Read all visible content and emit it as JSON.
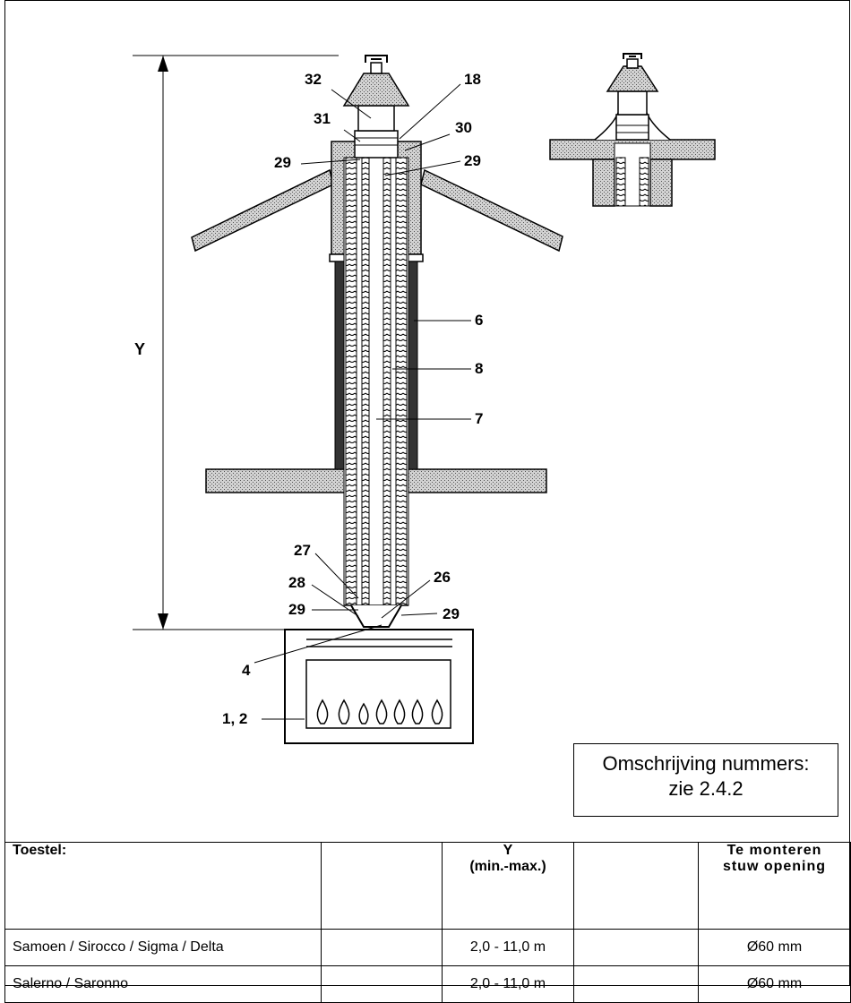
{
  "diagram": {
    "callouts": {
      "c32": "32",
      "c18": "18",
      "c31": "31",
      "c30": "30",
      "c29a": "29",
      "c29b": "29",
      "c6": "6",
      "c8": "8",
      "c7": "7",
      "c27": "27",
      "c26": "26",
      "c28": "28",
      "c29c": "29",
      "c29d": "29",
      "c4": "4",
      "c12": "1, 2"
    },
    "dimension_label": "Y"
  },
  "note": {
    "line1": "Omschrijving nummers:",
    "line2": "zie 2.4.2"
  },
  "table": {
    "headers": {
      "device": "Toestel:",
      "y": "Y",
      "y_sub": "(min.-max.)",
      "opening_1": "Te monteren",
      "opening_2": "stuw opening"
    },
    "rows": [
      {
        "device": "Samoen / Sirocco / Sigma / Delta",
        "y": "2,0 - 11,0 m",
        "opening": "Ø60 mm"
      },
      {
        "device": "Salerno / Saronno",
        "y": "2,0 - 11,0 m",
        "opening": "Ø60 mm"
      }
    ]
  }
}
